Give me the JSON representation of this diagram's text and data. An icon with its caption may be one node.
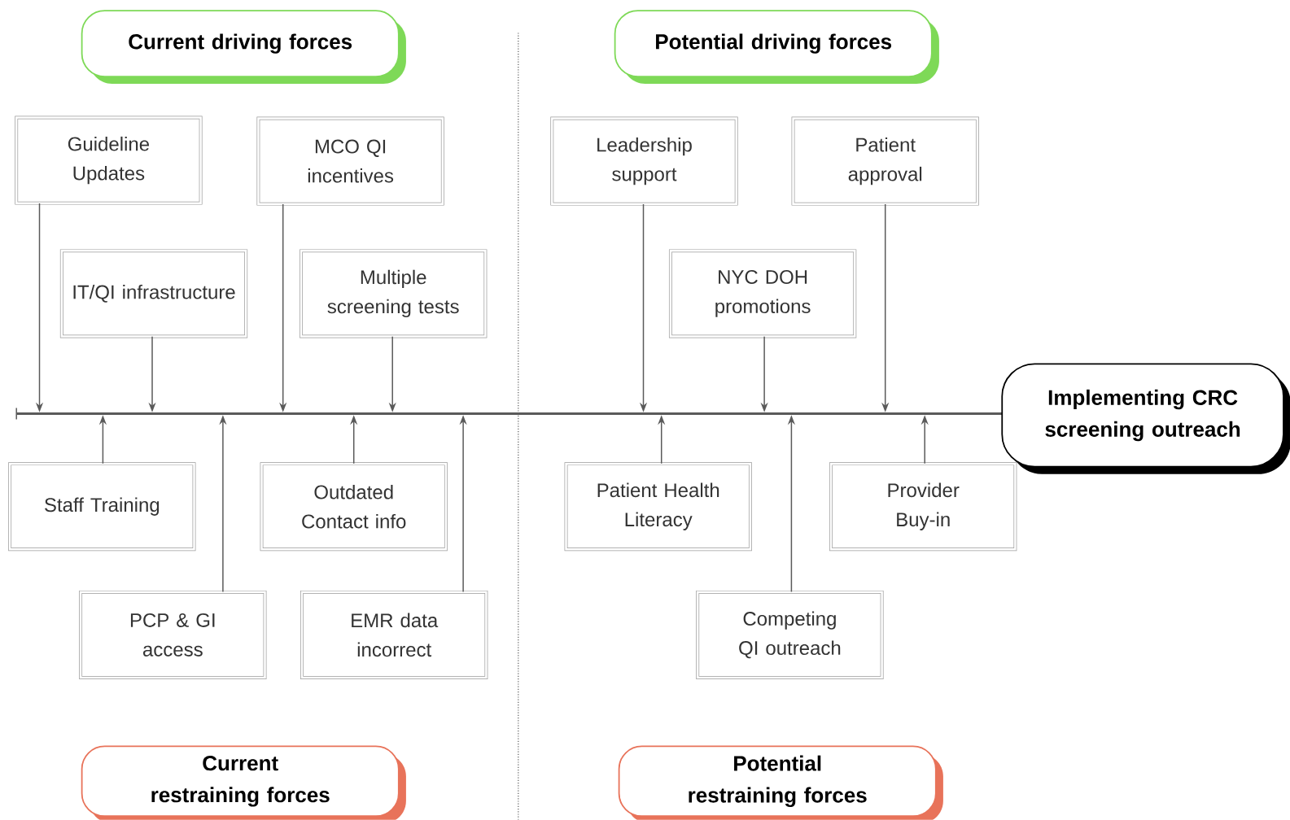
{
  "diagram": {
    "nodes": [
      {
        "text": [
          "Current driving forces"
        ]
      },
      {
        "text": [
          "Potential driving forces"
        ]
      },
      {
        "text": [
          "Guideline Updates"
        ]
      },
      {
        "text": [
          "MCO QI incentives"
        ]
      },
      {
        "text": [
          "Leadership support"
        ]
      },
      {
        "text": [
          "Patient approval"
        ]
      },
      {
        "text": [
          "IT/QI infrastructure"
        ]
      },
      {
        "text": [
          "Multiple screening tests"
        ]
      },
      {
        "text": [
          "NYC DOH promotions"
        ]
      },
      {
        "text": [],
        "shape": "bar"
      },
      {
        "text": [
          "Implementing CRC screening outreach"
        ]
      },
      {
        "text": [
          "Staff Training"
        ]
      },
      {
        "text": [
          "Outdated Contact info"
        ]
      },
      {
        "text": [
          "Patient Health Literacy"
        ]
      },
      {
        "text": [
          "Provider Buy-in"
        ]
      },
      {
        "text": [
          "PCP & GI access"
        ]
      },
      {
        "text": [
          "EMR data incorrect"
        ]
      },
      {
        "text": [
          "Competing QI outreach"
        ]
      },
      {
        "text": [
          "Current restraining forces"
        ]
      },
      {
        "text": [
          "Potential restraining forces"
        ]
      }
    ],
    "edges": [
      {
        "from": 2,
        "to": 9,
        "arrow": "to"
      },
      {
        "from": 6,
        "to": 9,
        "arrow": "to"
      },
      {
        "from": 3,
        "to": 9,
        "arrow": "to"
      },
      {
        "from": 7,
        "to": 9,
        "arrow": "to"
      },
      {
        "from": 4,
        "to": 9,
        "arrow": "to"
      },
      {
        "from": 8,
        "to": 9,
        "arrow": "to"
      },
      {
        "from": 5,
        "to": 9,
        "arrow": "to"
      },
      {
        "from": 11,
        "to": 9,
        "arrow": "to"
      },
      {
        "from": 15,
        "to": 9,
        "arrow": "to"
      },
      {
        "from": 12,
        "to": 9,
        "arrow": "to"
      },
      {
        "from": 16,
        "to": 9,
        "arrow": "to"
      },
      {
        "from": 13,
        "to": 9,
        "arrow": "to"
      },
      {
        "from": 17,
        "to": 9,
        "arrow": "to"
      },
      {
        "from": 14,
        "to": 9,
        "arrow": "to"
      }
    ]
  }
}
